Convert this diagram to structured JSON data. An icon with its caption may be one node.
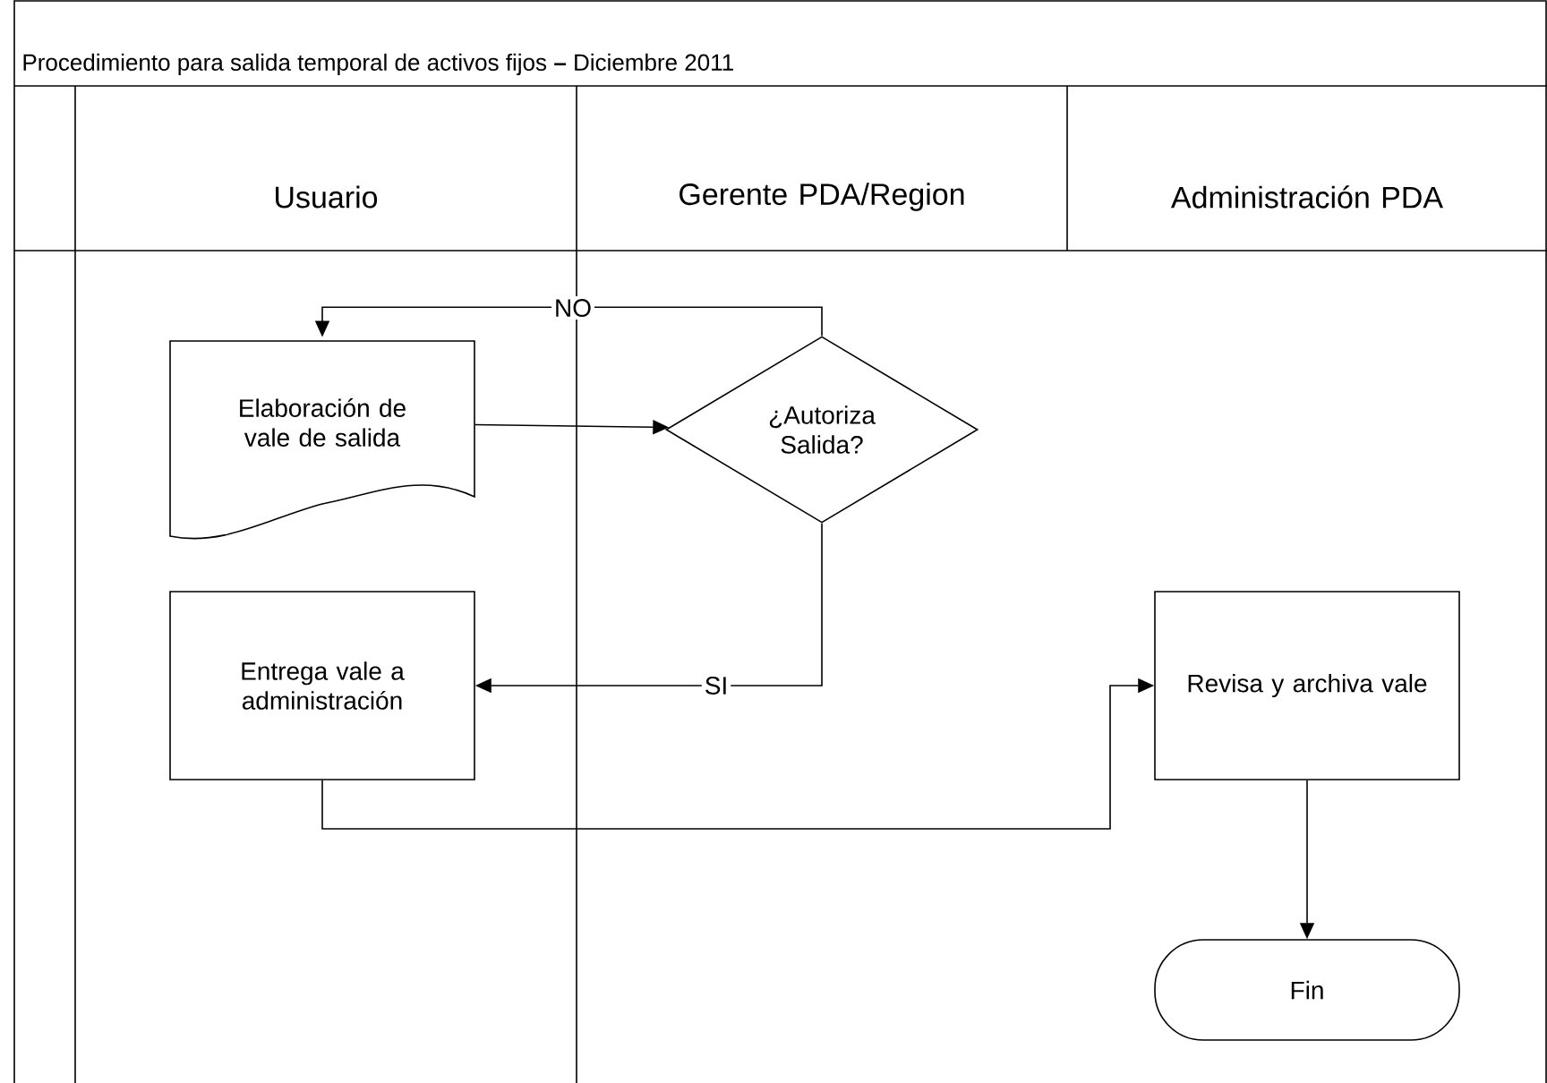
{
  "diagram": {
    "title": "Procedimiento para salida temporal de activos fijos **–** Diciembre 2011",
    "nodes": [
      {
        "text": [
          "Usuario"
        ]
      },
      {
        "text": [
          "Gerente PDA/Region"
        ]
      },
      {
        "text": [
          "Administración PDA"
        ]
      },
      {
        "text": [
          "Elaboración de vale de salida"
        ]
      },
      {
        "text": [
          "¿Autoriza Salida?"
        ]
      },
      {
        "text": [
          "Entrega vale a administración"
        ]
      },
      {
        "text": [
          "Revisa y archiva vale"
        ]
      },
      {
        "text": [
          "Fin"
        ]
      }
    ],
    "edges": [
      {
        "from": 3,
        "to": 4,
        "arrow": "to"
      },
      {
        "from": 4,
        "to": 3,
        "arrow": "to",
        "label": "NO"
      },
      {
        "from": 4,
        "to": 5,
        "arrow": "to",
        "label": "SI"
      },
      {
        "from": 5,
        "to": 6,
        "arrow": "to"
      },
      {
        "from": 6,
        "to": 7,
        "arrow": "to"
      }
    ]
  }
}
